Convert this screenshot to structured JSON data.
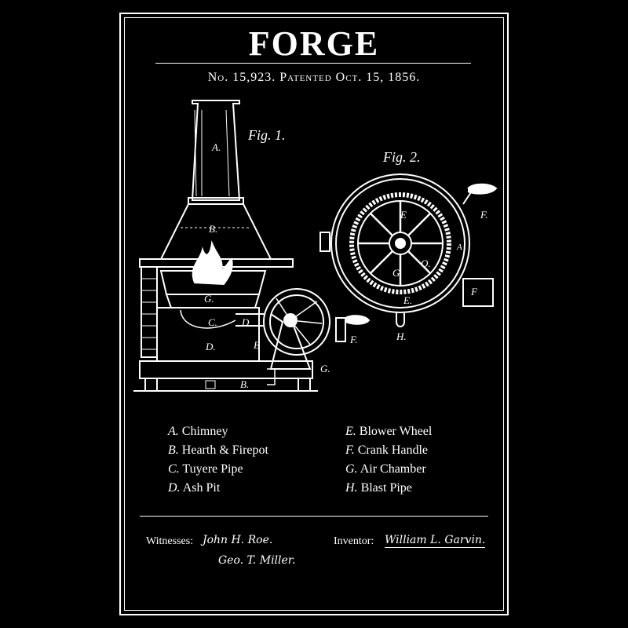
{
  "title": "FORGE",
  "patent_line": "No. 15,923. Patented Oct. 15, 1856.",
  "figures": {
    "fig1_label": "Fig. 1.",
    "fig2_label": "Fig. 2.",
    "fig1_callouts": {
      "a": "A.",
      "b": "B.",
      "g": "G.",
      "c": "C.",
      "d1": "D",
      "d2": "D.",
      "b2": "B",
      "b3": "B.",
      "f": "F.",
      "g2": "G."
    },
    "fig2_callouts": {
      "e": "E",
      "a": "A",
      "g": "G",
      "q": "Q.",
      "e2": "E.",
      "f": "F.",
      "f2": "F",
      "h": "H."
    }
  },
  "legend": {
    "left": [
      {
        "letter": "A.",
        "name": "Chimney"
      },
      {
        "letter": "B.",
        "name": "Hearth & Firepot"
      },
      {
        "letter": "C.",
        "name": "Tuyere Pipe"
      },
      {
        "letter": "D.",
        "name": "Ash Pit"
      }
    ],
    "right": [
      {
        "letter": "E.",
        "name": "Blower Wheel"
      },
      {
        "letter": "F.",
        "name": "Crank Handle"
      },
      {
        "letter": "G.",
        "name": "Air Chamber"
      },
      {
        "letter": "H.",
        "name": "Blast Pipe"
      }
    ]
  },
  "footer": {
    "witnesses_label": "Witnesses:",
    "witness_1": "John H. Roe.",
    "witness_2": "Geo. T. Miller.",
    "inventor_label": "Inventor:",
    "inventor_name": "William L. Garvin."
  },
  "colors": {
    "background": "#000000",
    "ink": "#ffffff"
  }
}
